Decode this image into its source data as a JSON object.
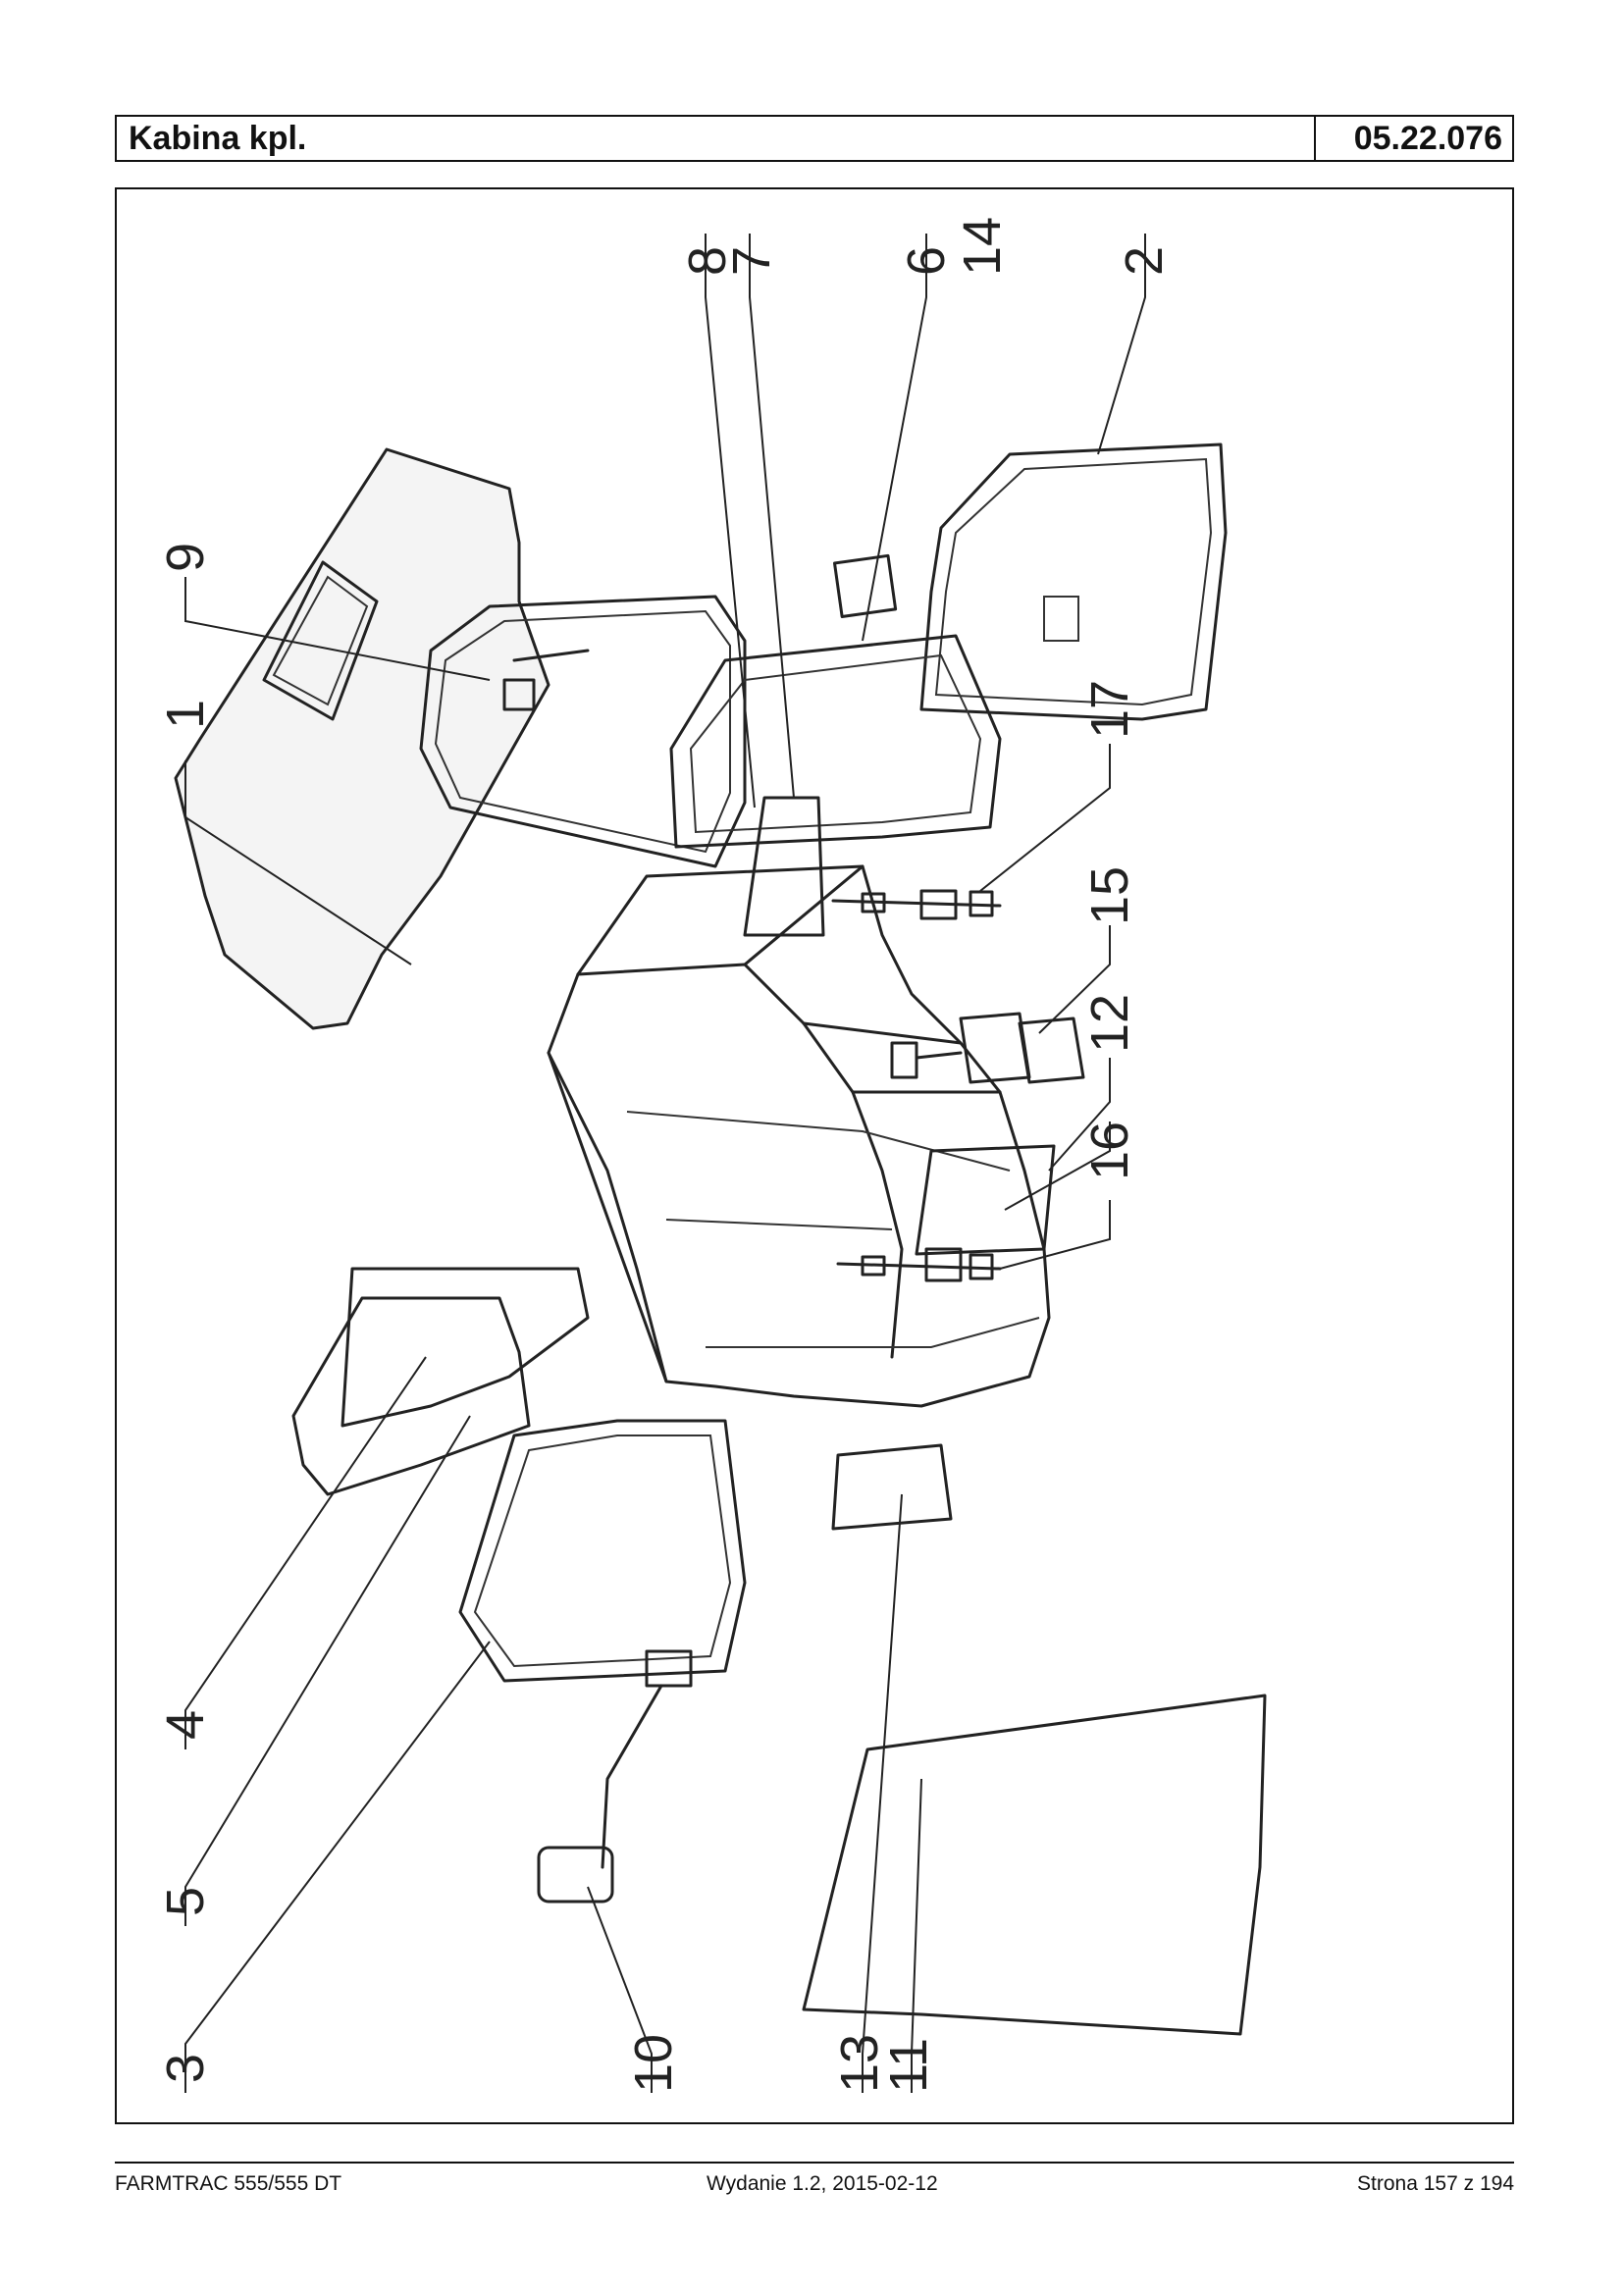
{
  "header": {
    "title": "Kabina kpl.",
    "code": "05.22.076"
  },
  "diagram": {
    "callouts": [
      "1",
      "2",
      "3",
      "4",
      "5",
      "6",
      "7",
      "8",
      "9",
      "10",
      "11",
      "12",
      "13",
      "14",
      "15",
      "16",
      "17"
    ]
  },
  "footer": {
    "model": "FARMTRAC 555/555 DT",
    "edition": "Wydanie 1.2,  2015-02-12",
    "page": "Strona 157 z 194"
  }
}
